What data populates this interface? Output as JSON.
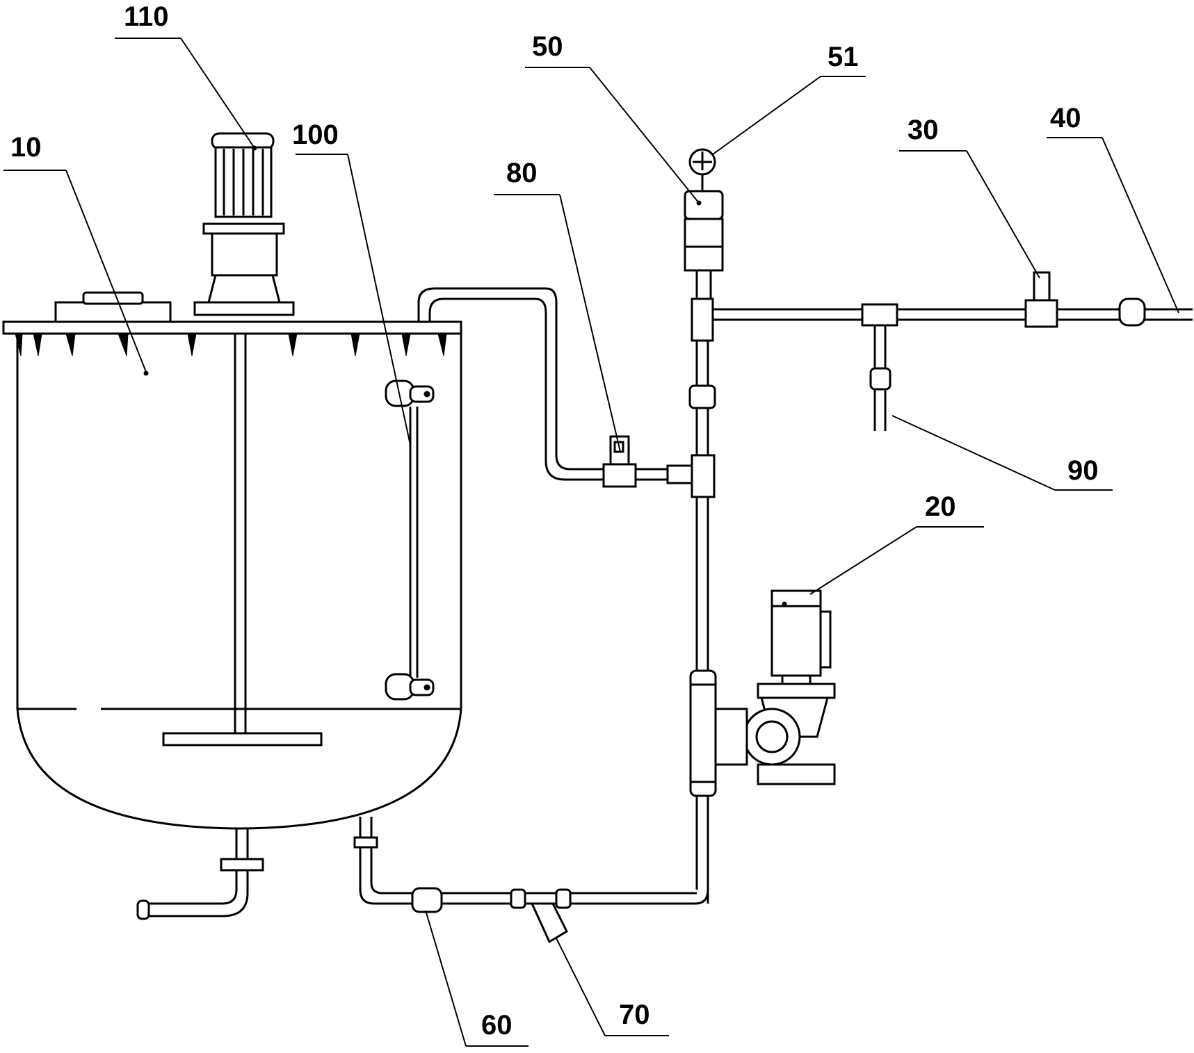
{
  "labels": {
    "tank": "10",
    "pump": "20",
    "valve_30": "30",
    "outlet_40": "40",
    "damper_50": "50",
    "gauge_51": "51",
    "valve_60": "60",
    "strainer_70": "70",
    "relief_80": "80",
    "drain_90": "90",
    "level_gauge_100": "100",
    "agitator_110": "110"
  }
}
